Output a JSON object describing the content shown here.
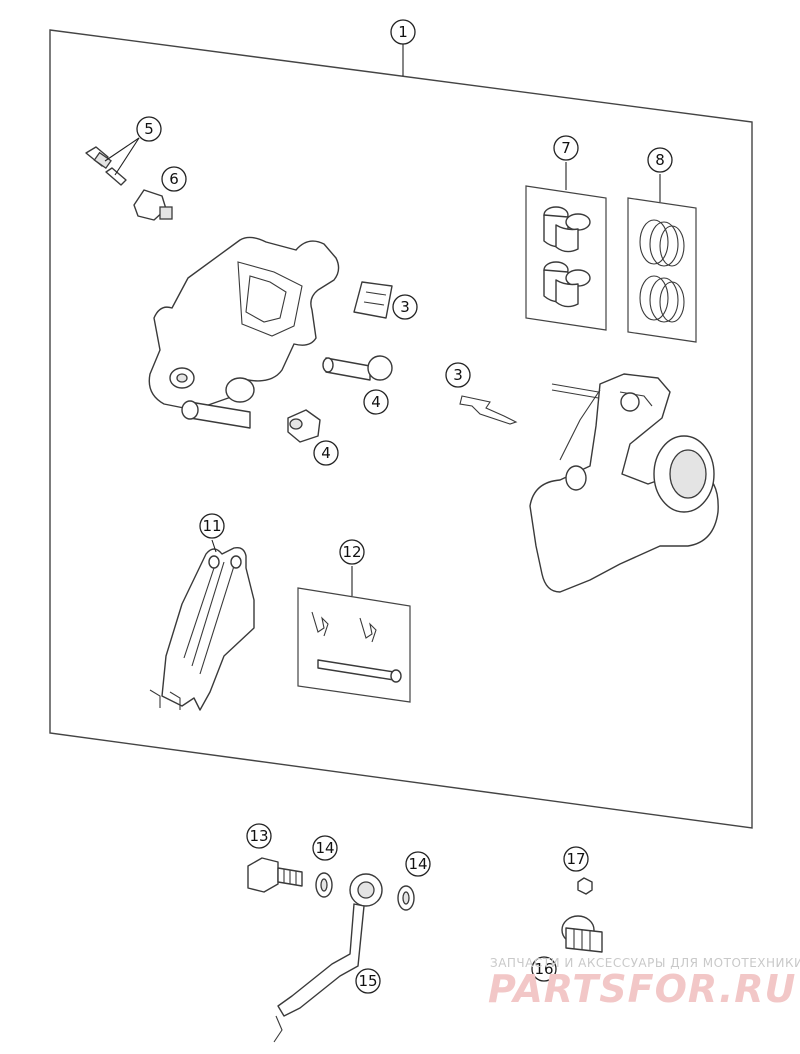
{
  "diagram": {
    "callouts": [
      {
        "id": "c1",
        "label": "1"
      },
      {
        "id": "c3a",
        "label": "3"
      },
      {
        "id": "c3b",
        "label": "3"
      },
      {
        "id": "c4a",
        "label": "4"
      },
      {
        "id": "c4b",
        "label": "4"
      },
      {
        "id": "c5",
        "label": "5"
      },
      {
        "id": "c6",
        "label": "6"
      },
      {
        "id": "c7",
        "label": "7"
      },
      {
        "id": "c8",
        "label": "8"
      },
      {
        "id": "c11",
        "label": "11"
      },
      {
        "id": "c12",
        "label": "12"
      },
      {
        "id": "c13",
        "label": "13"
      },
      {
        "id": "c14a",
        "label": "14"
      },
      {
        "id": "c14b",
        "label": "14"
      },
      {
        "id": "c15",
        "label": "15"
      },
      {
        "id": "c16",
        "label": "16"
      },
      {
        "id": "c17",
        "label": "17"
      }
    ]
  },
  "watermark": {
    "tagline": "ЗАПЧАСТИ И АКСЕССУАРЫ ДЛЯ МОТОТЕХНИКИ",
    "brand": "PARTSFOR.RU",
    "color": "#f2c7c7"
  }
}
